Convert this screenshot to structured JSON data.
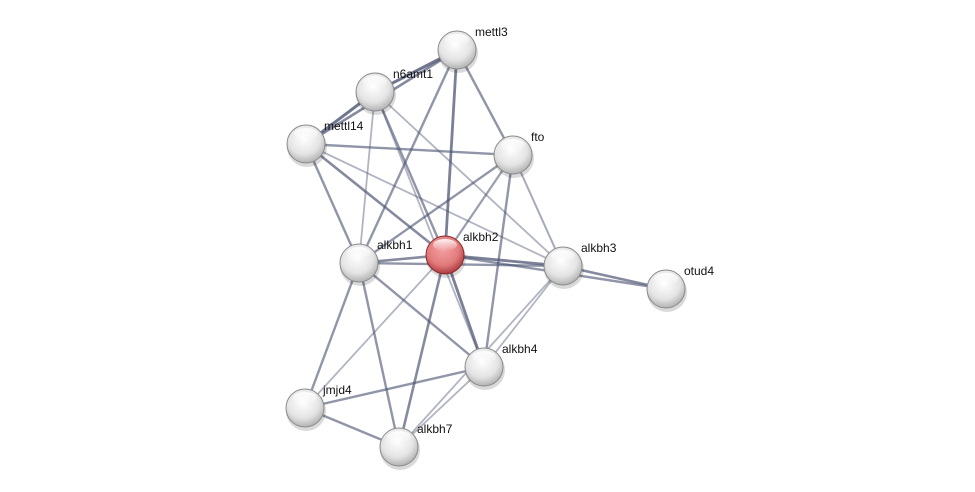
{
  "network": {
    "highlight_color": "#d9686b",
    "node_color": "#e6e6e6",
    "edge_color": "#4a5170",
    "nodes": [
      {
        "id": "mettl3",
        "label": "mettl3",
        "query": false
      },
      {
        "id": "n6amt1",
        "label": "n6amt1",
        "query": false
      },
      {
        "id": "mettl14",
        "label": "mettl14",
        "query": false
      },
      {
        "id": "fto",
        "label": "fto",
        "query": false
      },
      {
        "id": "alkbh1",
        "label": "alkbh1",
        "query": false
      },
      {
        "id": "alkbh2",
        "label": "alkbh2",
        "query": true
      },
      {
        "id": "alkbh3",
        "label": "alkbh3",
        "query": false
      },
      {
        "id": "otud4",
        "label": "otud4",
        "query": false
      },
      {
        "id": "alkbh4",
        "label": "alkbh4",
        "query": false
      },
      {
        "id": "jmjd4",
        "label": "jmjd4",
        "query": false
      },
      {
        "id": "alkbh7",
        "label": "alkbh7",
        "query": false
      }
    ],
    "edges": [
      {
        "source": "mettl3",
        "target": "n6amt1",
        "strength": 0.9
      },
      {
        "source": "n6amt1",
        "target": "mettl14",
        "strength": 0.9
      },
      {
        "source": "mettl3",
        "target": "mettl14",
        "strength": 0.7
      },
      {
        "source": "mettl3",
        "target": "alkbh1",
        "strength": 0.6
      },
      {
        "source": "mettl3",
        "target": "alkbh2",
        "strength": 0.8
      },
      {
        "source": "mettl3",
        "target": "fto",
        "strength": 0.6
      },
      {
        "source": "n6amt1",
        "target": "alkbh1",
        "strength": 0.3
      },
      {
        "source": "n6amt1",
        "target": "alkbh2",
        "strength": 0.6
      },
      {
        "source": "n6amt1",
        "target": "alkbh3",
        "strength": 0.3
      },
      {
        "source": "n6amt1",
        "target": "alkbh4",
        "strength": 0.3
      },
      {
        "source": "mettl14",
        "target": "fto",
        "strength": 0.6
      },
      {
        "source": "mettl14",
        "target": "alkbh1",
        "strength": 0.6
      },
      {
        "source": "mettl14",
        "target": "alkbh2",
        "strength": 0.7
      },
      {
        "source": "mettl14",
        "target": "alkbh3",
        "strength": 0.3
      },
      {
        "source": "fto",
        "target": "alkbh1",
        "strength": 0.6
      },
      {
        "source": "fto",
        "target": "alkbh2",
        "strength": 0.5
      },
      {
        "source": "fto",
        "target": "alkbh4",
        "strength": 0.6
      },
      {
        "source": "fto",
        "target": "alkbh3",
        "strength": 0.4
      },
      {
        "source": "alkbh1",
        "target": "alkbh2",
        "strength": 0.7
      },
      {
        "source": "alkbh1",
        "target": "alkbh3",
        "strength": 0.6
      },
      {
        "source": "alkbh1",
        "target": "alkbh4",
        "strength": 0.6
      },
      {
        "source": "alkbh1",
        "target": "jmjd4",
        "strength": 0.6
      },
      {
        "source": "alkbh1",
        "target": "alkbh7",
        "strength": 0.6
      },
      {
        "source": "alkbh2",
        "target": "alkbh3",
        "strength": 0.8
      },
      {
        "source": "alkbh2",
        "target": "otud4",
        "strength": 0.6
      },
      {
        "source": "alkbh3",
        "target": "otud4",
        "strength": 0.7
      },
      {
        "source": "alkbh2",
        "target": "alkbh4",
        "strength": 0.8
      },
      {
        "source": "alkbh2",
        "target": "alkbh7",
        "strength": 0.7
      },
      {
        "source": "alkbh2",
        "target": "jmjd4",
        "strength": 0.3
      },
      {
        "source": "alkbh3",
        "target": "alkbh4",
        "strength": 0.3
      },
      {
        "source": "alkbh3",
        "target": "alkbh7",
        "strength": 0.3
      },
      {
        "source": "alkbh4",
        "target": "jmjd4",
        "strength": 0.6
      },
      {
        "source": "alkbh4",
        "target": "alkbh7",
        "strength": 0.3
      },
      {
        "source": "jmjd4",
        "target": "alkbh7",
        "strength": 0.6
      }
    ]
  }
}
